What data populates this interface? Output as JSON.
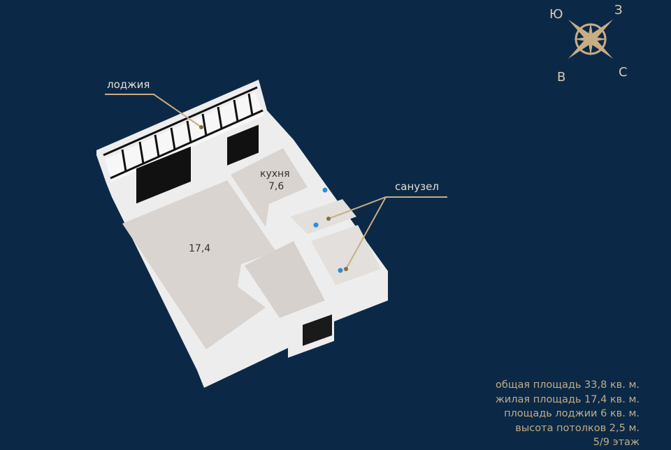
{
  "compass": {
    "south": "Ю",
    "west": "З",
    "east": "В",
    "north": "С"
  },
  "callouts": {
    "loggia": "лоджия",
    "bathroom": "санузел"
  },
  "rooms": {
    "kitchen_name": "кухня",
    "kitchen_area": "7,6",
    "living_area": "17,4"
  },
  "info": [
    "общая площадь 33,8 кв. м.",
    "жилая площадь 17,4 кв. м.",
    "площадь лоджии 6 кв. м.",
    "высота потолков 2,5 м.",
    "5/9 этаж"
  ],
  "colors": {
    "background": "#0b2947",
    "accent": "#c9ad83"
  }
}
